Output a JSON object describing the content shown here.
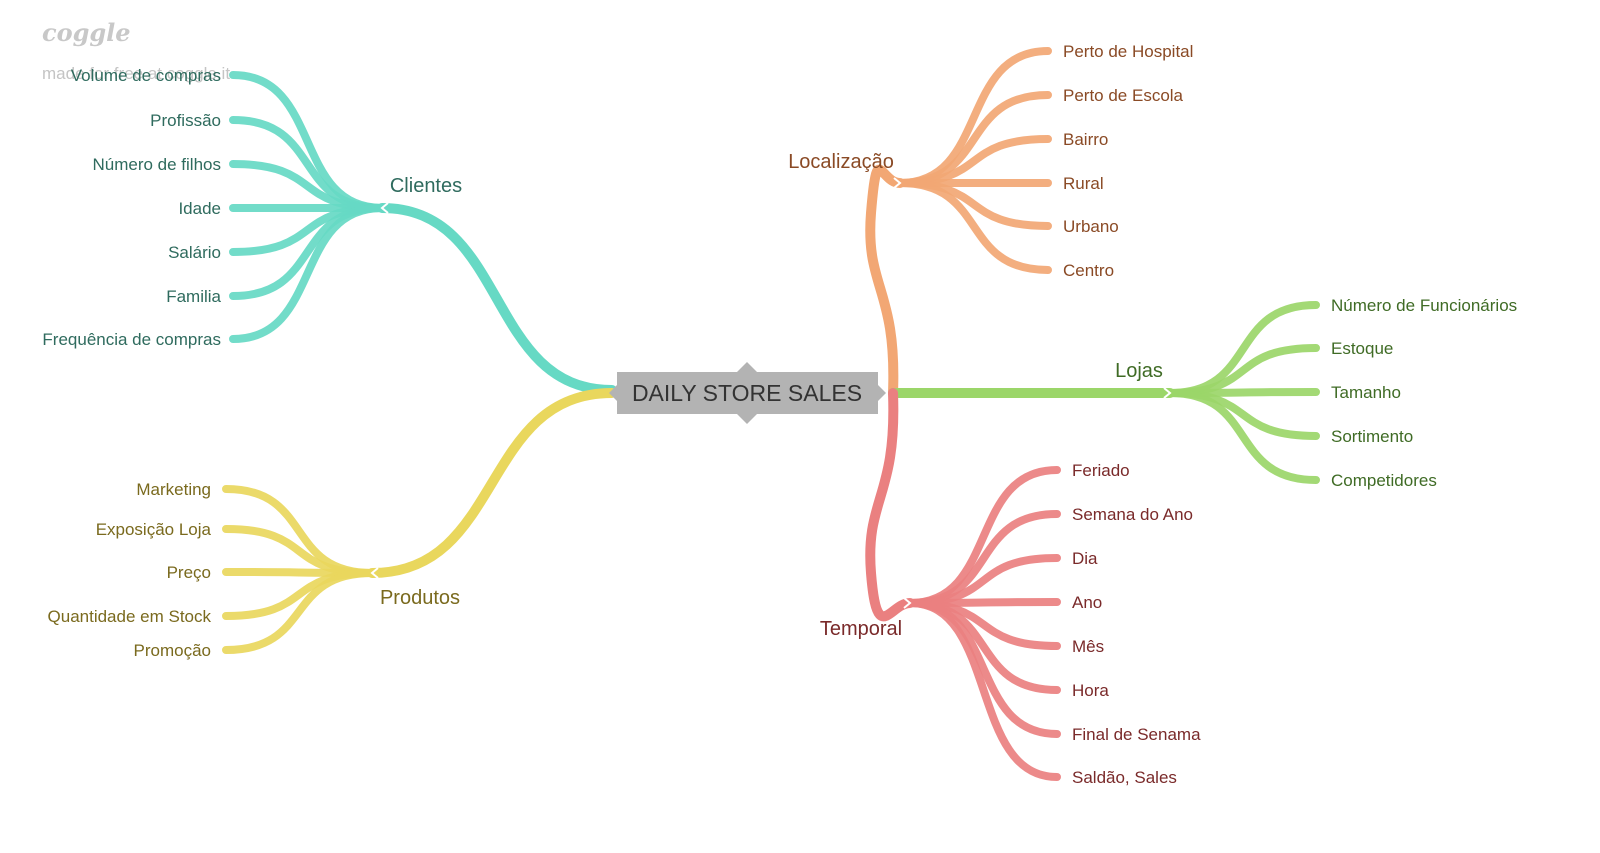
{
  "watermark": {
    "brand": "coggle",
    "tagline": "made for free at coggle.it"
  },
  "center": {
    "label": "DAILY STORE SALES",
    "color": "#b3b3b3"
  },
  "branches": [
    {
      "id": "clientes",
      "label": "Clientes",
      "color": "#66d9c4",
      "text_color": "#2f6b5e",
      "children": [
        "Volume de compras",
        "Profissão",
        "Número de filhos",
        "Idade",
        "Salário",
        "Familia",
        "Frequência de compras"
      ]
    },
    {
      "id": "produtos",
      "label": "Produtos",
      "color": "#e9d75d",
      "text_color": "#7a6a1e",
      "children": [
        "Marketing",
        "Exposição Loja",
        "Preço",
        "Quantidade em Stock",
        "Promoção"
      ]
    },
    {
      "id": "localizacao",
      "label": "Localização",
      "color": "#f2a774",
      "text_color": "#8a4a25",
      "children": [
        "Perto de Hospital",
        "Perto de Escola",
        "Bairro",
        "Rural",
        "Urbano",
        "Centro"
      ]
    },
    {
      "id": "lojas",
      "label": "Lojas",
      "color": "#9bd669",
      "text_color": "#3f6b25",
      "children": [
        "Número de Funcionários",
        "Estoque",
        "Tamanho",
        "Sortimento",
        "Competidores"
      ]
    },
    {
      "id": "temporal",
      "label": "Temporal",
      "color": "#ea8080",
      "text_color": "#7a2a2a",
      "children": [
        "Feriado",
        "Semana do Ano",
        "Dia",
        "Ano",
        "Mês",
        "Hora",
        "Final de Senama",
        "Saldão, Sales"
      ]
    }
  ]
}
